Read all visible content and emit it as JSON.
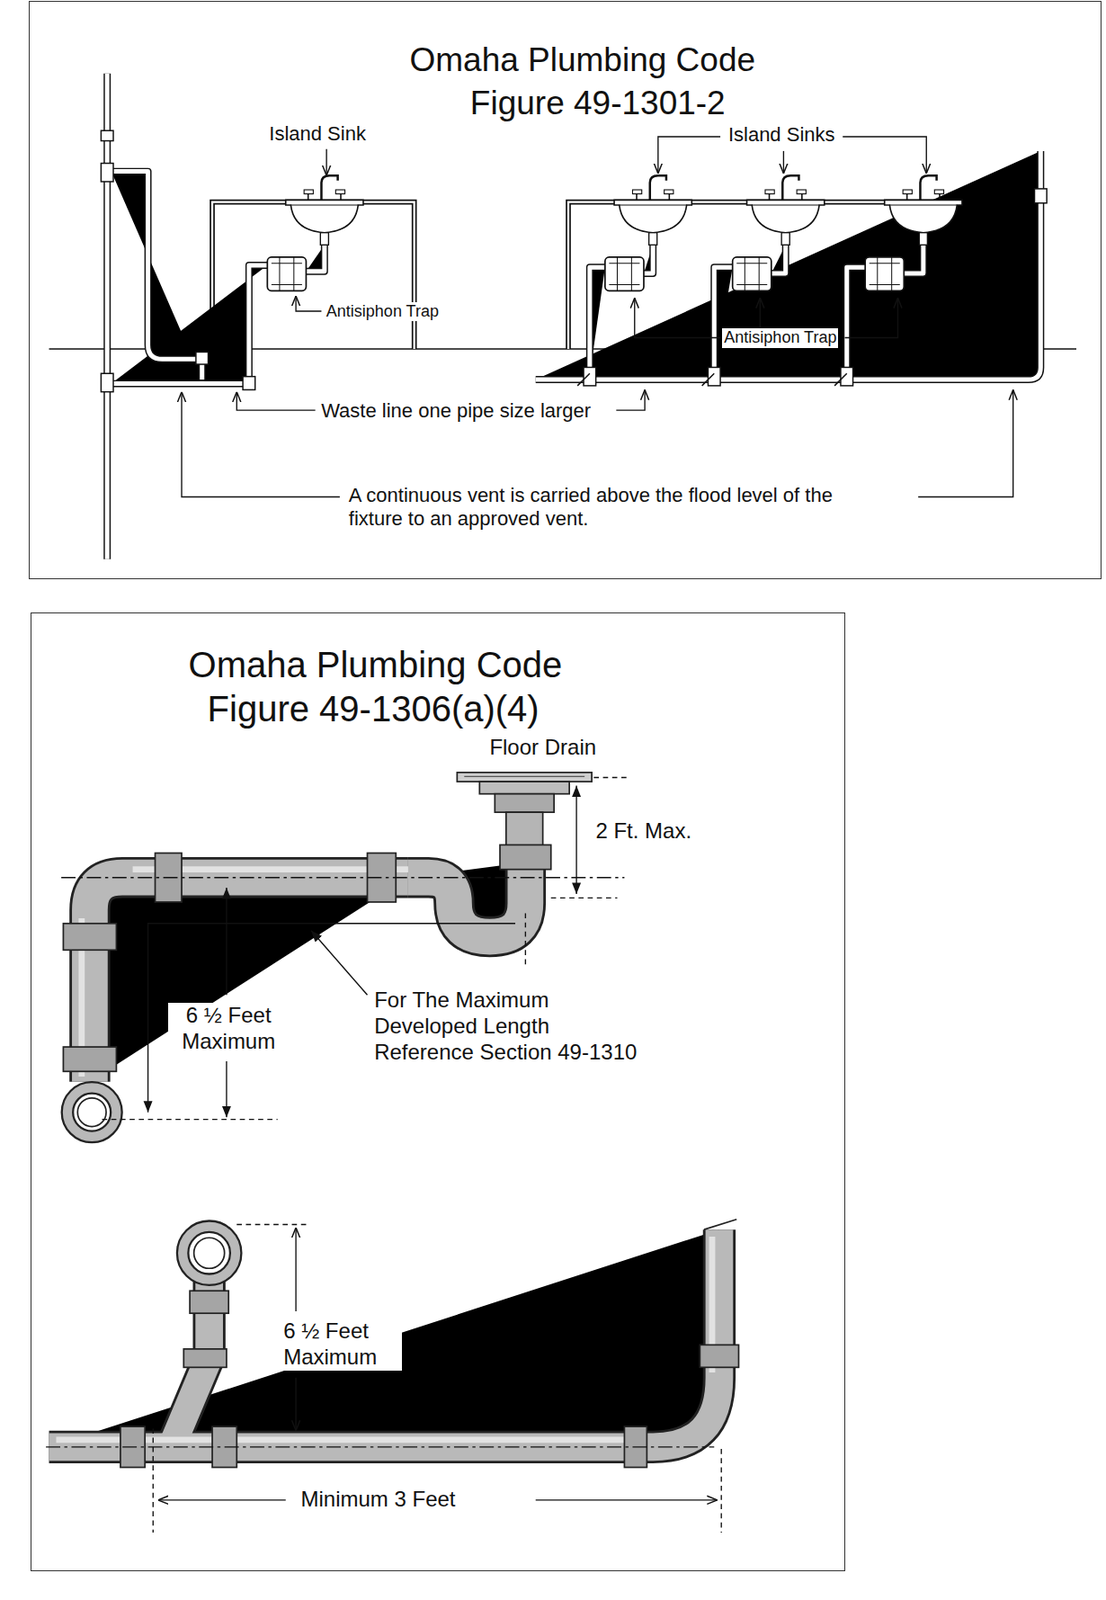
{
  "diagram": {
    "nodes": [
      {
        "text": [
          "Omaha Plumbing Code",
          "Figure 49-1301-2"
        ]
      },
      {
        "text": [
          "Omaha Plumbing Code",
          "Figure 49-1306(a)(4)"
        ]
      }
    ],
    "labels": [
      "Island Sink",
      "Island Sinks",
      "Antisiphon Trap",
      "Antisiphon Trap",
      "Waste line one pipe size larger",
      "A continuous vent is carried above the flood level of the fixture to an approved vent.",
      "Floor Drain",
      "2 Ft. Max.",
      "6 ½ Feet Maximum",
      "For The Maximum Developed Length Reference Section 49-1310",
      "6 ½ Feet Maximum",
      "Minimum 3 Feet"
    ]
  }
}
